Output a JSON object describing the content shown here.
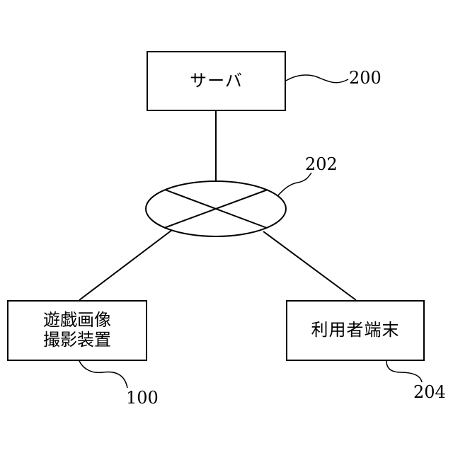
{
  "diagram": {
    "nodes": {
      "server": {
        "label": "サーバ",
        "ref": "200"
      },
      "network": {
        "ref": "202"
      },
      "camera": {
        "label_lines": [
          "遊戯画像",
          "撮影装置"
        ],
        "ref": "100"
      },
      "terminal": {
        "label": "利用者端末",
        "ref": "204"
      }
    },
    "edges": [
      {
        "from": "server",
        "to": "network"
      },
      {
        "from": "network",
        "to": "camera"
      },
      {
        "from": "network",
        "to": "terminal"
      }
    ]
  }
}
